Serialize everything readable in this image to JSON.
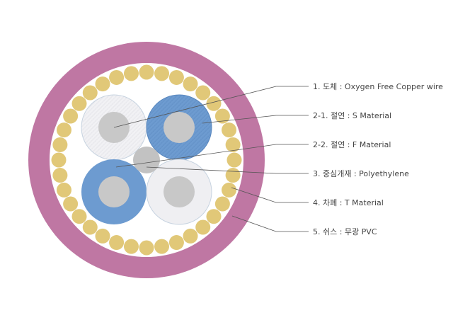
{
  "labels": [
    {
      "id": "conductor",
      "text": "1. 도체 : Oxygen Free Copper wire"
    },
    {
      "id": "insulation-s",
      "text": "2-1. 절연 : S Material"
    },
    {
      "id": "insulation-f",
      "text": "2-2. 절연 : F Material"
    },
    {
      "id": "filler",
      "text": "3. 중심개재 : Polyethylene"
    },
    {
      "id": "shield",
      "text": "4. 차폐 : T Material"
    },
    {
      "id": "sheath",
      "text": "5. 쉬스 : 무광 PVC"
    }
  ],
  "colors": {
    "sheath": "#bf77a3",
    "shield_strand": "#e1c878",
    "insulation_s": "#6d9bd0",
    "insulation_f": "#efeff2",
    "conductor": "#c8c8c8",
    "filler": "#c2c2c2",
    "leader_line": "#555555",
    "label_text": "#444444"
  }
}
